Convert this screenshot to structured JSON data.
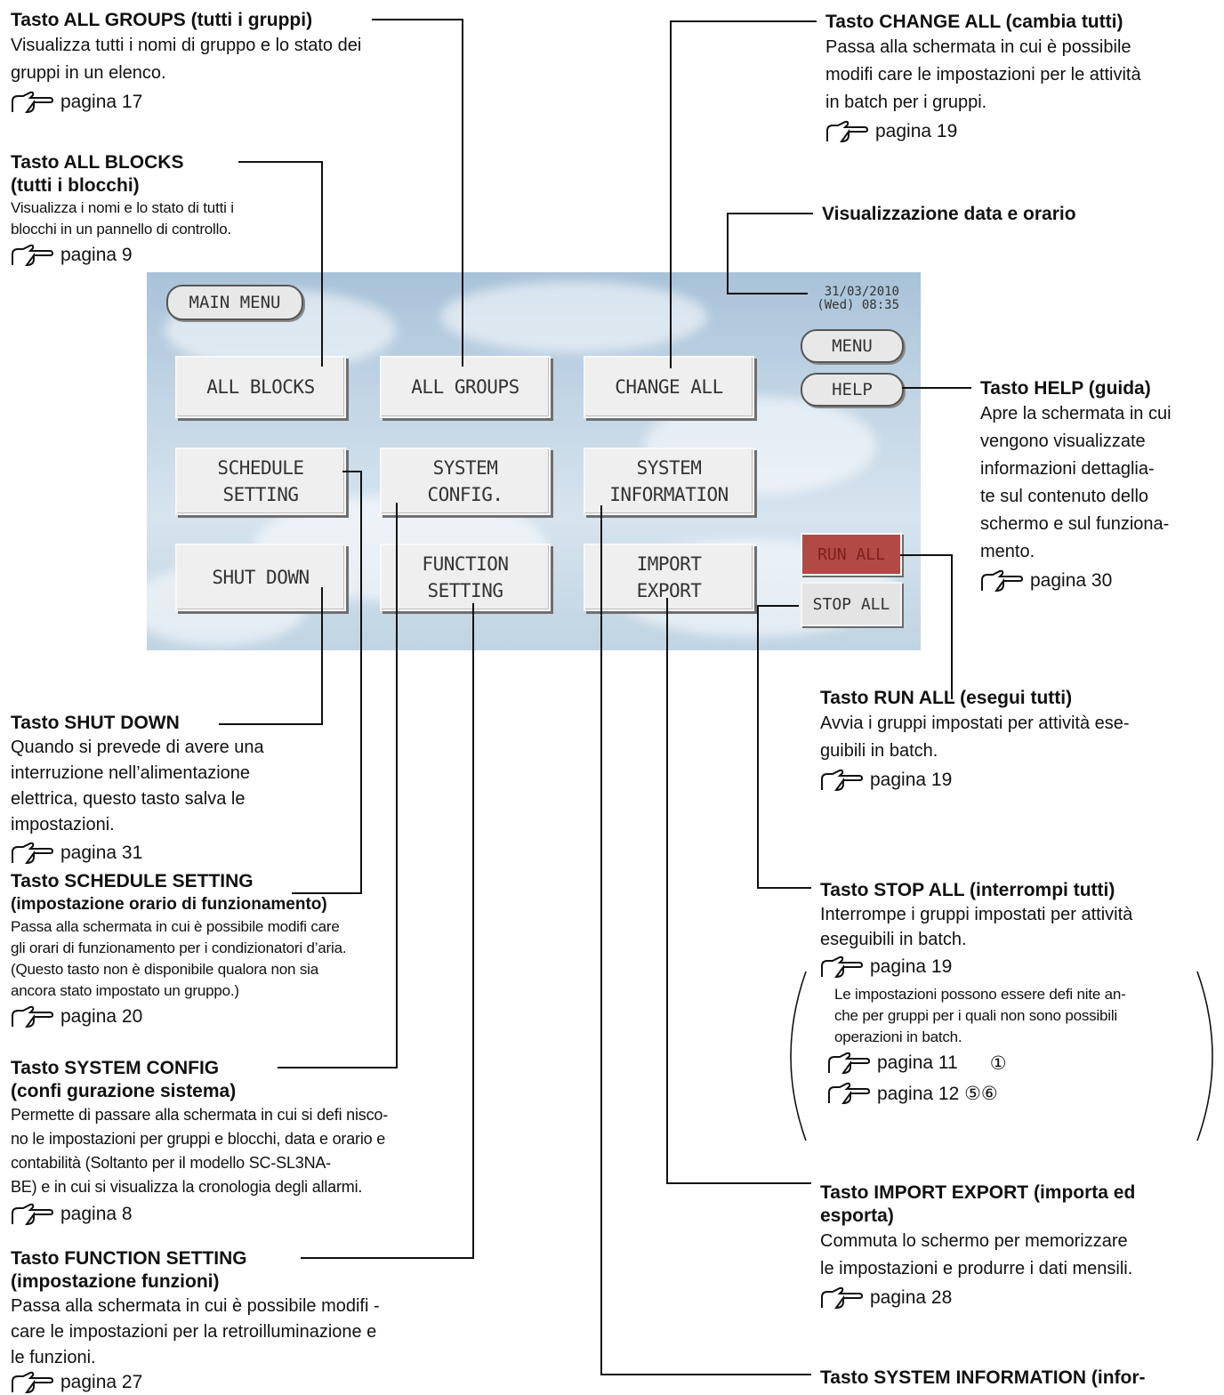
{
  "screen": {
    "main_menu_label": "MAIN MENU",
    "date": "31/03/2010",
    "day_time": "(Wed) 08:35",
    "menu_label": "MENU",
    "help_label": "HELP",
    "run_all_label": "RUN ALL",
    "stop_all_label": "STOP ALL",
    "buttons": {
      "all_blocks": "ALL BLOCKS",
      "all_groups": "ALL GROUPS",
      "change_all": "CHANGE ALL",
      "schedule_1": "SCHEDULE",
      "schedule_2": "SETTING",
      "sysconfig_1": "SYSTEM",
      "sysconfig_2": "CONFIG.",
      "sysinfo_1": "SYSTEM",
      "sysinfo_2": "INFORMATION",
      "shut_down": "SHUT DOWN",
      "function_1": "FUNCTION",
      "function_2": "SETTING",
      "import_1": "IMPORT",
      "import_2": "EXPORT"
    },
    "colors": {
      "run_all_bg": "#b14a45",
      "panel_sky": "#c3d6e6"
    }
  },
  "callouts": {
    "all_groups": {
      "title": "Tasto ALL GROUPS (tutti i gruppi)",
      "desc_1": "Visualizza tutti i nomi di gruppo e lo stato dei",
      "desc_2": "gruppi in un elenco.",
      "ref": "pagina 17"
    },
    "all_blocks": {
      "title_1": "Tasto ALL BLOCKS",
      "title_2": "(tutti i blocchi)",
      "desc_1": "Visualizza i nomi e lo stato di tutti i",
      "desc_2": "blocchi in un pannello di controllo.",
      "ref": "pagina 9"
    },
    "change_all": {
      "title": "Tasto CHANGE ALL (cambia tutti)",
      "desc_1": "Passa alla schermata in cui è possibile",
      "desc_2": "modifi care le impostazioni per le attività",
      "desc_3": "in batch per i gruppi.",
      "ref": "pagina 19"
    },
    "datetime": {
      "title": "Visualizzazione data e orario"
    },
    "help": {
      "title": "Tasto HELP (guida)",
      "desc_1": "Apre la schermata in cui",
      "desc_2": "vengono visualizzate",
      "desc_3": "informazioni dettaglia-",
      "desc_4": "te sul contenuto dello",
      "desc_5": "schermo e sul funziona-",
      "desc_6": "mento.",
      "ref": "pagina 30"
    },
    "run_all": {
      "title": "Tasto RUN ALL (esegui tutti)",
      "desc_1": "Avvia i gruppi impostati per attività ese-",
      "desc_2": "guibili in batch.",
      "ref": "pagina 19"
    },
    "shut_down": {
      "title": "Tasto SHUT DOWN",
      "desc_1": "Quando si prevede di avere una",
      "desc_2": "interruzione nell’alimentazione",
      "desc_3": "elettrica, questo tasto salva le",
      "desc_4": "impostazioni.",
      "ref": "pagina 31"
    },
    "schedule": {
      "title_1": "Tasto SCHEDULE SETTING",
      "title_2": "(impostazione orario di funzionamento)",
      "desc_1": "Passa alla schermata in cui è possibile modifi care",
      "desc_2": "gli orari di funzionamento per i condizionatori d’aria.",
      "desc_3": "(Questo tasto non è disponibile qualora non sia",
      "desc_4": "ancora stato impostato un gruppo.)",
      "ref": "pagina 20"
    },
    "stop_all": {
      "title": "Tasto STOP ALL (interrompi tutti)",
      "desc_1": "Interrompe i gruppi impostati per attività",
      "desc_2": "eseguibili in batch.",
      "ref": "pagina 19",
      "note_1": "Le impostazioni possono essere defi nite an-",
      "note_2": "che per gruppi per i quali non sono possibili",
      "note_3": "operazioni in batch.",
      "note_ref_1": "pagina 11",
      "note_ref_1_mark": "①",
      "note_ref_2": "pagina 12 ⑤⑥"
    },
    "sysconfig": {
      "title_1": "Tasto SYSTEM CONFIG",
      "title_2": "(confi gurazione sistema)",
      "desc_1": "Permette di passare alla schermata in cui si defi nisco-",
      "desc_2": "no le impostazioni per gruppi e blocchi, data e orario e",
      "desc_3": "contabilità (Soltanto per il modello SC-SL3NA-",
      "desc_4": "BE) e in cui si visualizza la cronologia degli allarmi.",
      "ref": "pagina 8"
    },
    "import_export": {
      "title_1": "Tasto IMPORT EXPORT (importa ed",
      "title_2": "esporta)",
      "desc_1": "Commuta lo schermo per memorizzare",
      "desc_2": "le impostazioni e produrre i dati mensili.",
      "ref": "pagina 28"
    },
    "function": {
      "title_1": "Tasto FUNCTION SETTING",
      "title_2": "(impostazione funzioni)",
      "desc_1": "Passa alla schermata in cui è possibile modifi -",
      "desc_2": "care le impostazioni per la retroilluminazione e",
      "desc_3": "le funzioni.",
      "ref": "pagina 27"
    },
    "sysinfo": {
      "title": "Tasto SYSTEM INFORMATION (infor-"
    }
  }
}
